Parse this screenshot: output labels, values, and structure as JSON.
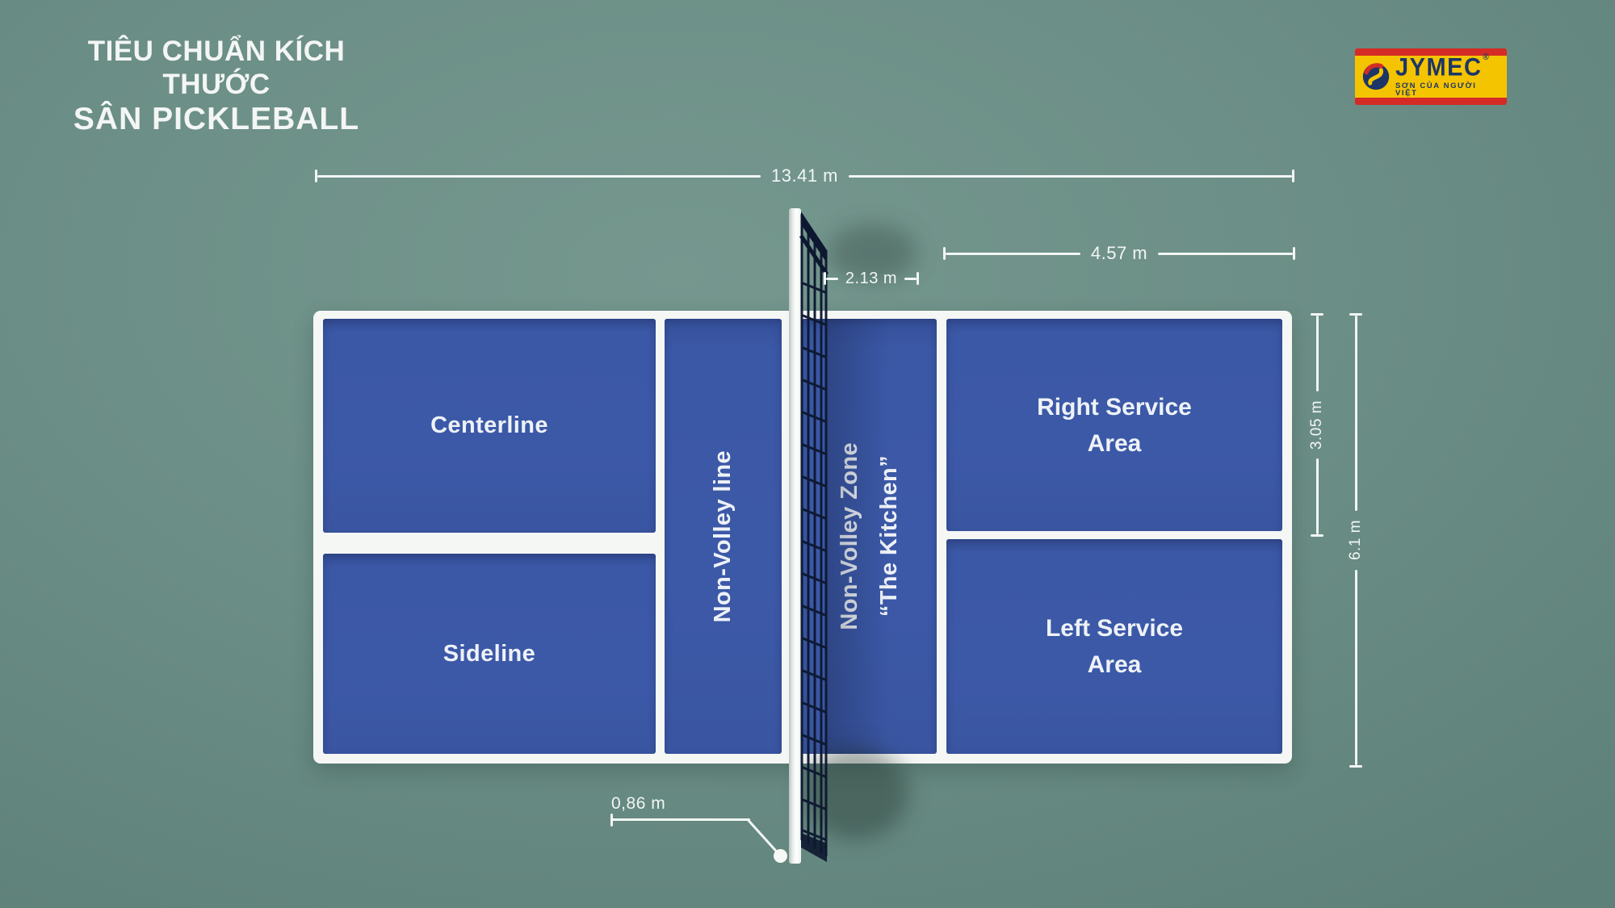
{
  "header": {
    "title_line1": "TIÊU CHUẨN KÍCH THƯỚC",
    "title_line2": "SÂN PICKLEBALL"
  },
  "logo": {
    "brand": "JYMEC",
    "registered": "®",
    "tagline": "SƠN CỦA NGƯỜI VIỆT"
  },
  "court": {
    "zones": {
      "centerline": "Centerline",
      "sideline": "Sideline",
      "non_volley_line": "Non-Volley line",
      "non_volley_zone_line1": "Non-Volley Zone",
      "non_volley_zone_line2": "“The Kitchen”",
      "right_service_line1": "Right Service",
      "right_service_line2": "Area",
      "left_service_line1": "Left Service",
      "left_service_line2": "Area"
    }
  },
  "dimensions": {
    "total_length": "13.41 m",
    "service_area_length": "4.57 m",
    "kitchen_depth": "2.13 m",
    "half_width": "3.05 m",
    "full_width": "6.1 m",
    "net_post_height": "0,86 m"
  },
  "colors": {
    "background_teal": "#6B8E86",
    "court_blue": "#3B58A6",
    "line_white": "#F5F7F5",
    "net_navy": "#0D1830",
    "logo_yellow": "#F5C400",
    "logo_red": "#D42B26",
    "logo_navy": "#1D3667"
  }
}
